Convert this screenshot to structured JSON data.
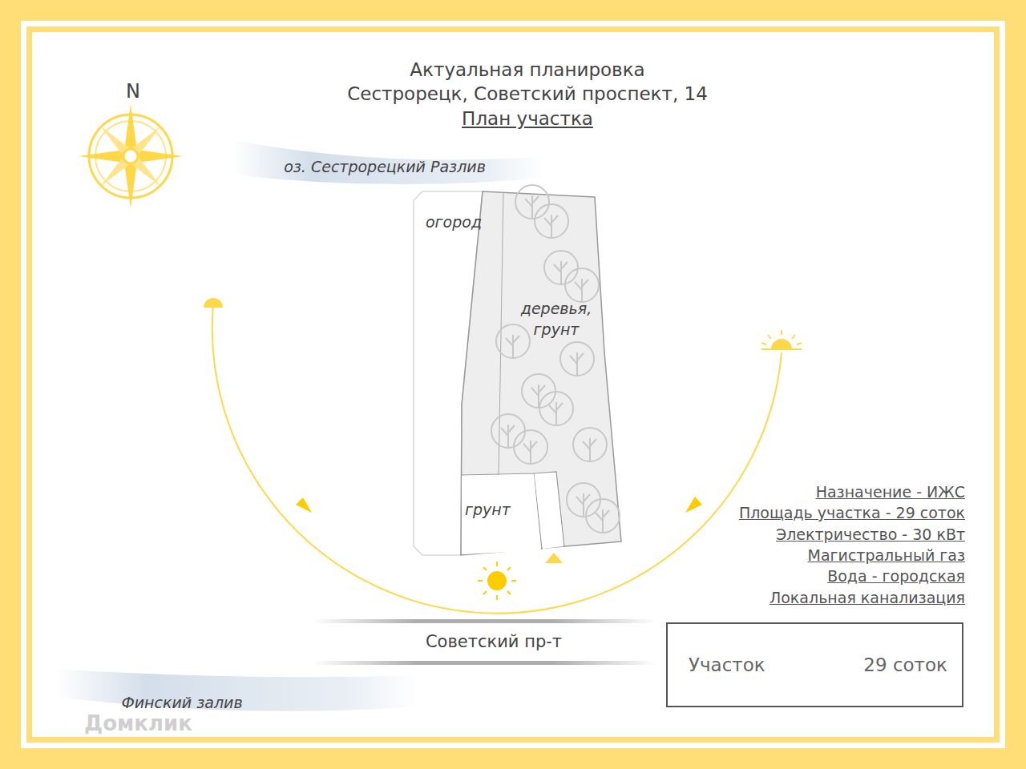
{
  "diagram": {
    "title": "Актуальная планировка",
    "nodes": [
      {
        "text": [
          "огород"
        ]
      },
      {
        "text": [
          "деревья, грунт"
        ]
      },
      {
        "text": [
          "грунт"
        ]
      },
      {
        "text": [
          "Участок",
          "29 соток"
        ]
      }
    ],
    "labels": [
      "Сестрорецк, Советский проспект, 14",
      "План участка",
      "N",
      "оз. Сестрорецкий Разлив",
      "Назначение - ИЖС",
      "Площадь участка - 29 соток",
      "Электричество - 30 кВт",
      "Магистральный газ",
      "Вода - городская",
      "Локальная канализация",
      "Советский пр-т",
      "Финский залив",
      "Домклик"
    ]
  }
}
